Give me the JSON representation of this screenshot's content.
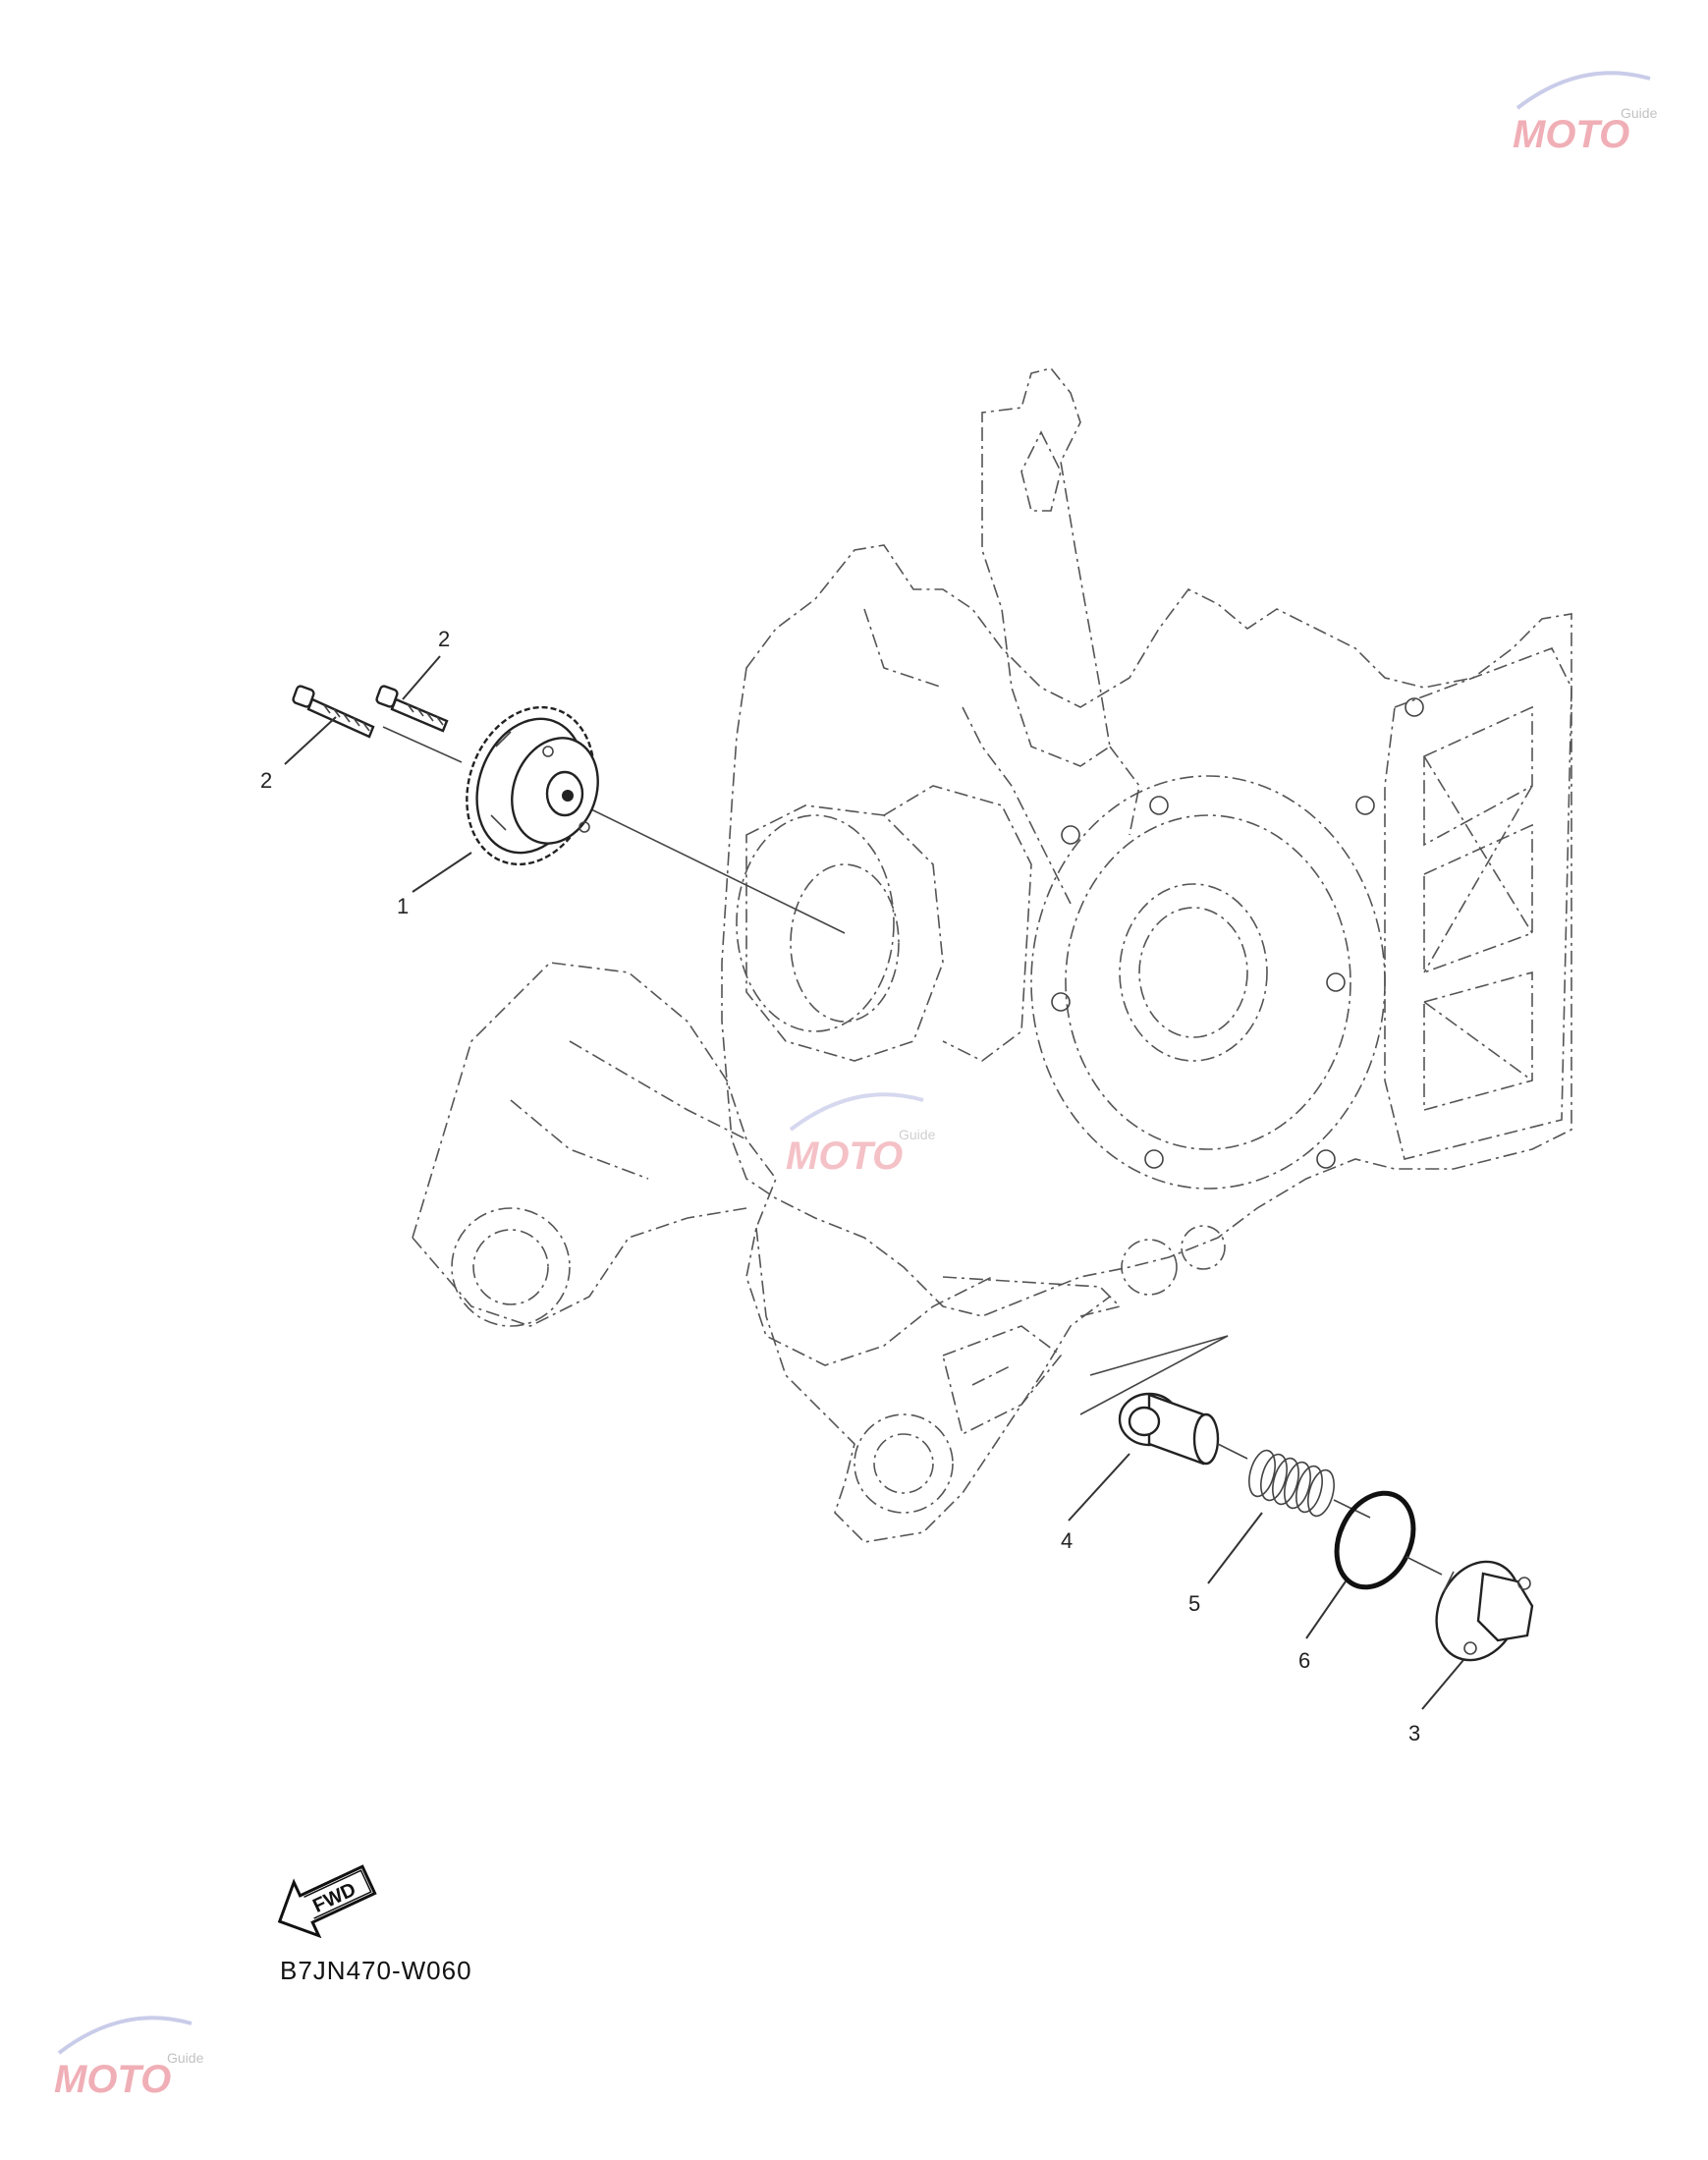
{
  "callouts": [
    {
      "id": "callout-1",
      "text": "1"
    },
    {
      "id": "callout-2a",
      "text": "2"
    },
    {
      "id": "callout-2b",
      "text": "2"
    },
    {
      "id": "callout-3",
      "text": "3"
    },
    {
      "id": "callout-4",
      "text": "4"
    },
    {
      "id": "callout-5",
      "text": "5"
    },
    {
      "id": "callout-6",
      "text": "6"
    }
  ],
  "fwd_label": "FWD",
  "diagram_code": "B7JN470-W060",
  "watermark": {
    "brand": "MOTO",
    "sub": "Guide",
    "color": "#e05060"
  }
}
